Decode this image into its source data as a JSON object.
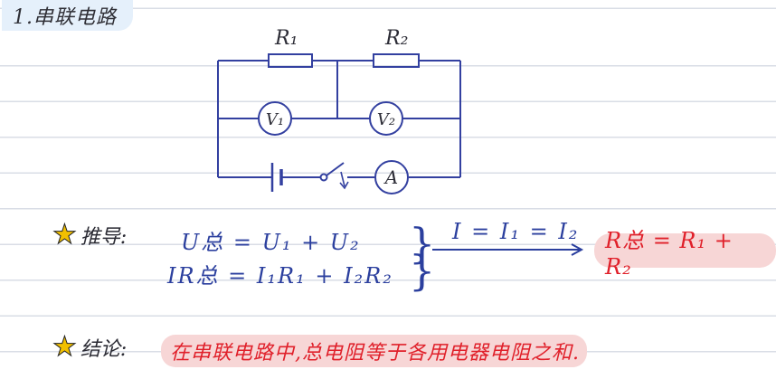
{
  "title": "1.串联电路",
  "circuit": {
    "r1_label": "R₁",
    "r2_label": "R₂",
    "v1_label": "V₁",
    "v2_label": "V₂",
    "a_label": "A"
  },
  "derivation": {
    "label": "推导:",
    "eq1": "U总 = U₁ + U₂",
    "eq2": "IR总 = I₁R₁ + I₂R₂",
    "bracket_left": "}",
    "bracket_right": "}",
    "condition": "I = I₁ = I₂",
    "result": "R总 = R₁ + R₂"
  },
  "conclusion": {
    "label": "结论:",
    "text": "在串联电路中,总电阻等于各用电器电阻之和."
  },
  "colors": {
    "circuit": "#3340a0",
    "highlight": "#f7d6d6",
    "result_text": "#e0202a",
    "star": "#f2c000"
  }
}
